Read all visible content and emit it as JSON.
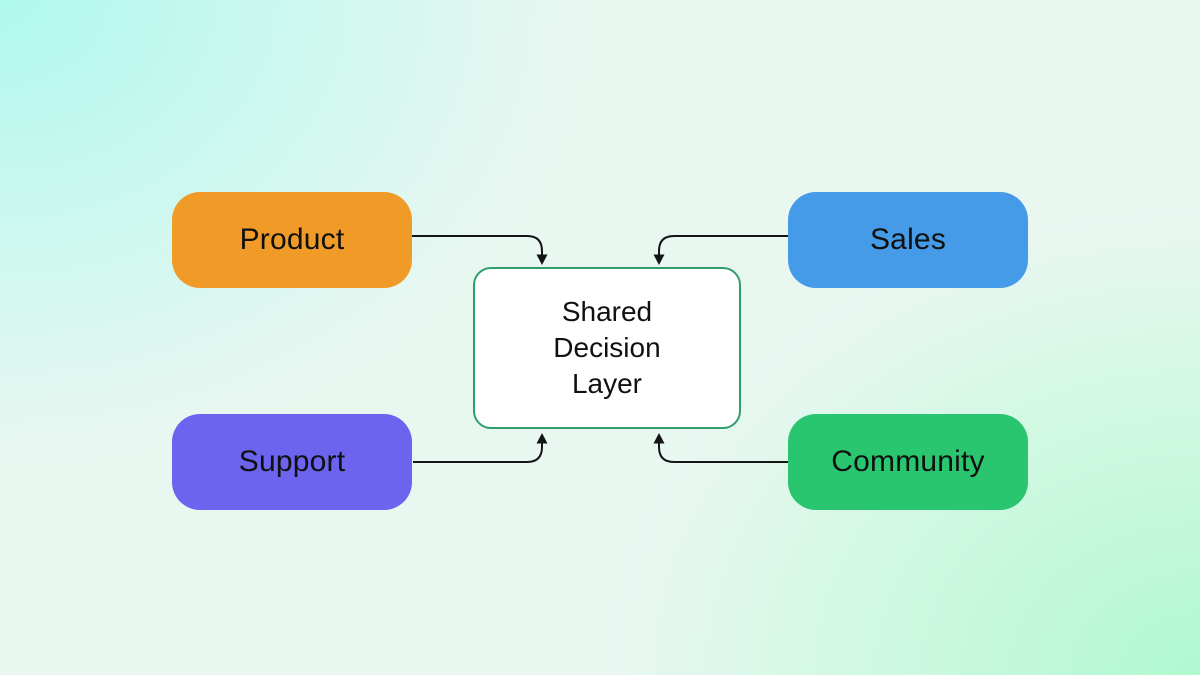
{
  "diagram": {
    "title": "Shared Decision Layer diagram",
    "center": {
      "label": "Shared Decision Layer",
      "label_lines": {
        "0": "Shared",
        "1": "Decision",
        "2": "Layer"
      },
      "bg": "#ffffff",
      "border_color": "#2f9e6c",
      "text_color": "#111111"
    },
    "nodes": {
      "0": {
        "id": "product",
        "label": "Product",
        "bg": "#f09b27",
        "position": "top-left"
      },
      "1": {
        "id": "sales",
        "label": "Sales",
        "bg": "#459be8",
        "position": "top-right"
      },
      "2": {
        "id": "support",
        "label": "Support",
        "bg": "#6c63ef",
        "position": "bottom-left"
      },
      "3": {
        "id": "community",
        "label": "Community",
        "bg": "#29c56f",
        "position": "bottom-right"
      }
    },
    "connectors": {
      "color": "#151515",
      "description": "Arrows from Product, Sales, Support and Community all point into the Shared Decision Layer box"
    },
    "background": {
      "top_left_glow": "#adf8ed",
      "bottom_right_glow": "#adf9ce",
      "base": "#e9f7f1"
    }
  }
}
